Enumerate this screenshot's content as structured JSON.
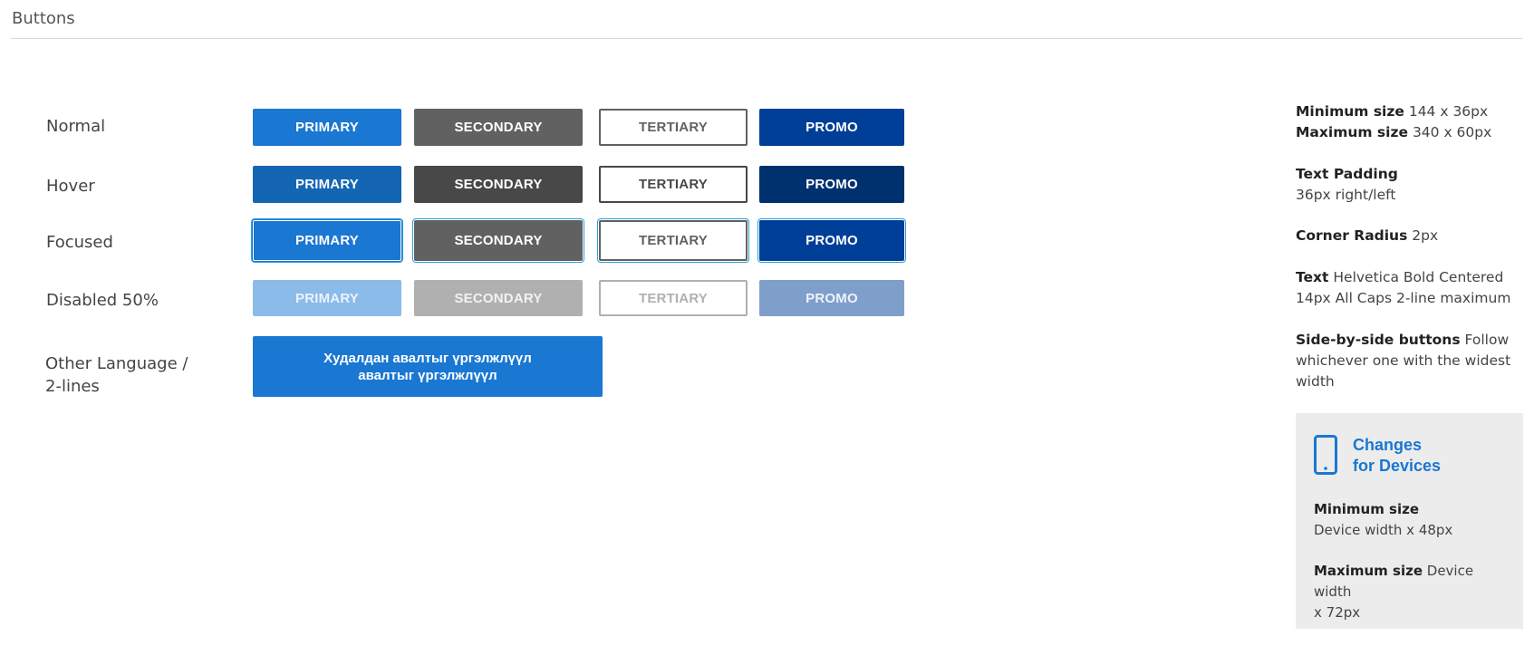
{
  "header": {
    "title": "Buttons"
  },
  "rows": {
    "normal": "Normal",
    "hover": "Hover",
    "focused": "Focused",
    "disabled": "Disabled 50%",
    "other_language_line1": "Other Language /",
    "other_language_line2": "2-lines"
  },
  "buttons": {
    "primary": "PRIMARY",
    "secondary": "SECONDARY",
    "tertiary": "TERTIARY",
    "promo": "PROMO",
    "multiline_line1": "Худалдан авалтыг үргэлжлүүл",
    "multiline_line2": "авалтыг үргэлжлүүл"
  },
  "colors": {
    "primary": "#1a77d2",
    "primary_hover": "#1466b4",
    "secondary": "#616161",
    "secondary_hover": "#484848",
    "promo": "#003f98",
    "promo_hover": "#00316f",
    "focus_ring": "#2a9fd6",
    "device_panel": "#ececec"
  },
  "specs": {
    "min_size_label": "Minimum size",
    "min_size_value": "144 x 36px",
    "max_size_label": "Maximum size",
    "max_size_value": "340 x 60px",
    "padding_label": "Text Padding",
    "padding_value": "36px right/left",
    "radius_label": "Corner Radius",
    "radius_value": "2px",
    "text_label": "Text",
    "text_value_line1": "Helvetica Bold Centered",
    "text_value_line2": "14px  All Caps 2-line maximum",
    "side_label": "Side-by-side buttons",
    "side_value_line1": "Follow",
    "side_value_line2": "whichever one with the widest",
    "side_value_line3": "width"
  },
  "devices": {
    "icon": "smartphone-icon",
    "title_line1": "Changes",
    "title_line2": "for Devices",
    "min_label": "Minimum size",
    "min_value": "Device width x 48px",
    "max_label": "Maximum size",
    "max_value_line1": "Device width",
    "max_value_line2": "x 72px"
  }
}
